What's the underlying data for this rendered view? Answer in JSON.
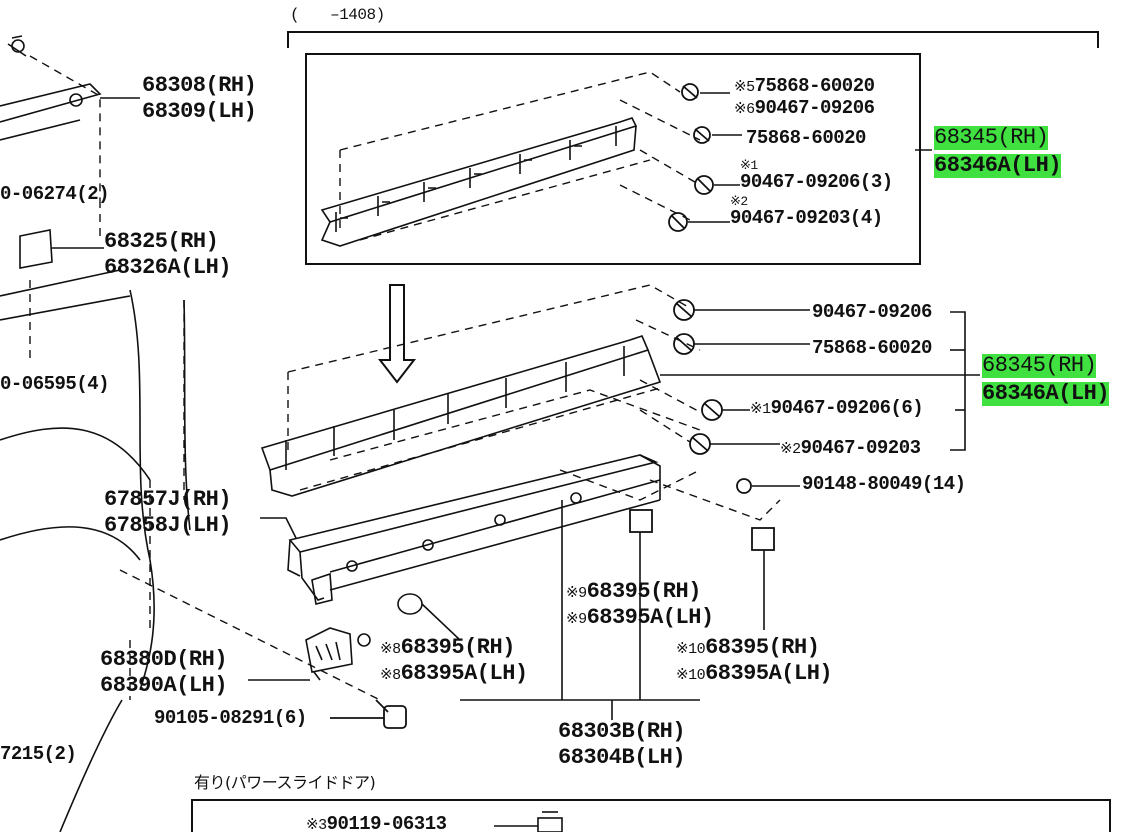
{
  "highlight_color": "#3fe03f",
  "line_color": "#111111",
  "header": {
    "range_label": "(　　–1408)",
    "bottom_caption": "有り(パワースライドドア)"
  },
  "inset": {
    "parts": [
      {
        "mark": "※5",
        "number": "75868-60020"
      },
      {
        "mark": "※6",
        "number": "90467-09206"
      },
      {
        "mark": "",
        "number": "75868-60020"
      },
      {
        "mark": "※1",
        "number": "90467-09206(3)"
      },
      {
        "mark": "※2",
        "number": "90467-09203(4)"
      }
    ],
    "assembly_rh": "68345(RH)",
    "assembly_lh": "68346A(LH)"
  },
  "main": {
    "parts": [
      {
        "mark": "",
        "number": "90467-09206"
      },
      {
        "mark": "",
        "number": "75868-60020"
      },
      {
        "mark": "※1",
        "number": "90467-09206(6)"
      },
      {
        "mark": "※2",
        "number": "90467-09203"
      },
      {
        "mark": "",
        "number": "90148-80049(14)"
      }
    ],
    "assembly_rh": "68345(RH)",
    "assembly_lh": "68346A(LH)"
  },
  "left_labels": {
    "a1": "68308(RH)",
    "a2": "68309(LH)",
    "b": "0-06274(2)",
    "c1": "68325(RH)",
    "c2": "68326A(LH)",
    "d": "0-06595(4)",
    "e1": "67857J(RH)",
    "e2": "67858J(LH)",
    "f1": "68380D(RH)",
    "f2": "68390A(LH)",
    "g": "90105-08291(6)",
    "h": "7215(2)"
  },
  "bottom_labels": {
    "p9_mark": "※9",
    "p9_rh": "68395(RH)",
    "p9_lh": "68395A(LH)",
    "p8_mark": "※8",
    "p8_rh": "68395(RH)",
    "p8_lh": "68395A(LH)",
    "p10_mark": "※10",
    "p10_rh": "68395(RH)",
    "p10_lh": "68395A(LH)",
    "rail_rh": "68303B(RH)",
    "rail_lh": "68304B(LH)",
    "footer_mark": "※3",
    "footer_part": "90119-06313"
  }
}
